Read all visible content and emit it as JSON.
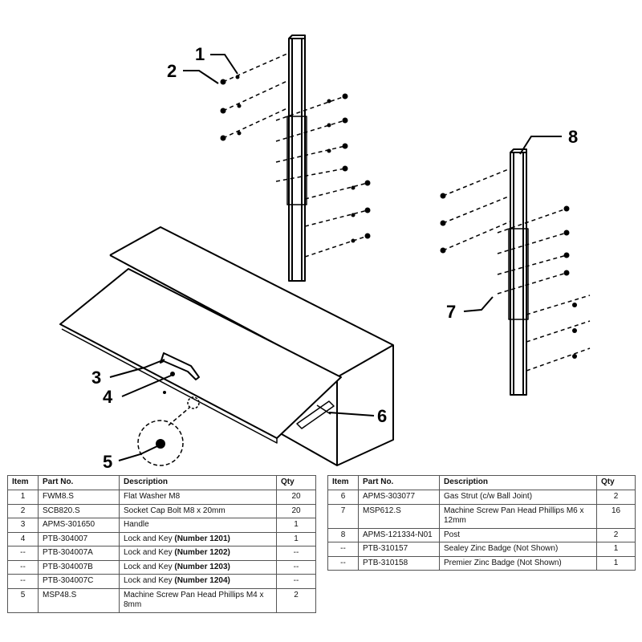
{
  "callouts": [
    "1",
    "2",
    "3",
    "4",
    "5",
    "6",
    "7",
    "8"
  ],
  "table_headers": {
    "item": "Item",
    "part_no": "Part No.",
    "description": "Description",
    "qty": "Qty"
  },
  "left_rows": [
    {
      "item": "1",
      "part": "FWM8.S",
      "desc": "Flat Washer M8",
      "desc_bold": "",
      "qty": "20"
    },
    {
      "item": "2",
      "part": "SCB820.S",
      "desc": "Socket Cap Bolt M8 x 20mm",
      "desc_bold": "",
      "qty": "20"
    },
    {
      "item": "3",
      "part": "APMS-301650",
      "desc": "Handle",
      "desc_bold": "",
      "qty": "1"
    },
    {
      "item": "4",
      "part": "PTB-304007",
      "desc": "Lock and Key ",
      "desc_bold": "(Number 1201)",
      "qty": "1"
    },
    {
      "item": "--",
      "part": "PTB-304007A",
      "desc": "Lock and Key ",
      "desc_bold": "(Number 1202)",
      "qty": "--"
    },
    {
      "item": "--",
      "part": "PTB-304007B",
      "desc": "Lock and Key ",
      "desc_bold": "(Number 1203)",
      "qty": "--"
    },
    {
      "item": "--",
      "part": "PTB-304007C",
      "desc": "Lock and Key ",
      "desc_bold": "(Number 1204)",
      "qty": "--"
    },
    {
      "item": "5",
      "part": "MSP48.S",
      "desc": "Machine Screw Pan Head Phillips M4 x 8mm",
      "desc_bold": "",
      "qty": "2"
    }
  ],
  "right_rows": [
    {
      "item": "6",
      "part": "APMS-303077",
      "desc": "Gas Strut (c/w Ball Joint)",
      "desc_bold": "",
      "qty": "2"
    },
    {
      "item": "7",
      "part": "MSP612.S",
      "desc": "Machine Screw Pan Head Phillips M6 x 12mm",
      "desc_bold": "",
      "qty": "16"
    },
    {
      "item": "8",
      "part": "APMS-121334-N01",
      "desc": "Post",
      "desc_bold": "",
      "qty": "2"
    },
    {
      "item": "--",
      "part": "PTB-310157",
      "desc": "Sealey Zinc Badge (Not Shown)",
      "desc_bold": "",
      "qty": "1"
    },
    {
      "item": "--",
      "part": "PTB-310158",
      "desc": "Premier Zinc Badge (Not Shown)",
      "desc_bold": "",
      "qty": "1"
    }
  ]
}
